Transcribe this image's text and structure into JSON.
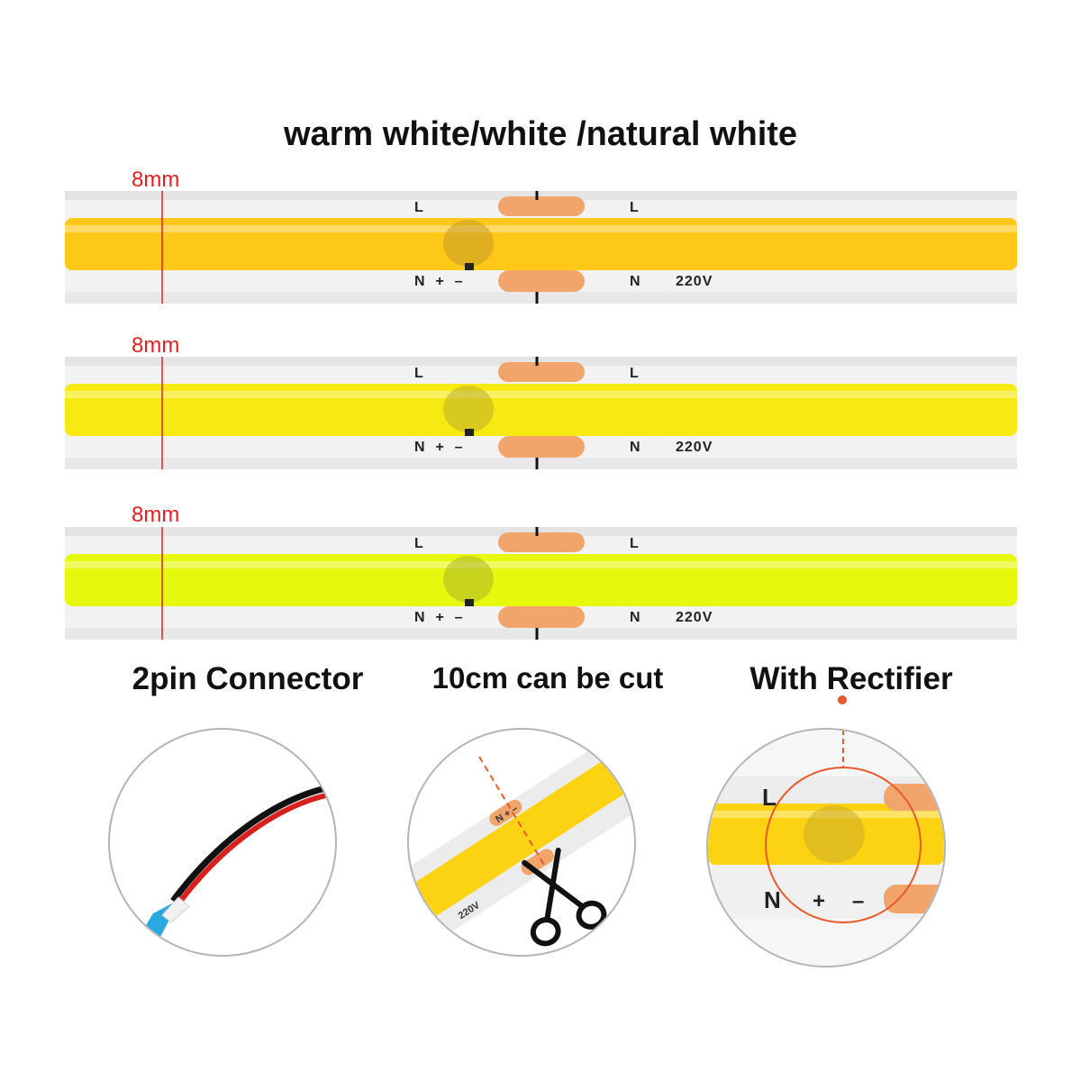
{
  "title": "warm white/white /natural white",
  "strips": [
    {
      "width_label": "8mm",
      "top_left": "L",
      "top_right": "L",
      "bottom_left": "N  +  –",
      "bottom_right": "N",
      "voltage": "220V",
      "color": "#fdc817"
    },
    {
      "width_label": "8mm",
      "top_left": "L",
      "top_right": "L",
      "bottom_left": "N  +  –",
      "bottom_right": "N",
      "voltage": "220V",
      "color": "#f6ea12"
    },
    {
      "width_label": "8mm",
      "top_left": "L",
      "top_right": "L",
      "bottom_left": "N  +  –",
      "bottom_right": "N",
      "voltage": "220V",
      "color": "#e6f90c"
    }
  ],
  "features": [
    {
      "caption": "2pin Connector",
      "icon": "wire-connector-icon"
    },
    {
      "caption": "10cm can be cut",
      "icon": "scissors-icon",
      "strip_text_top": "N  +  –",
      "strip_text_voltage": "220V"
    },
    {
      "caption": "With Rectifier",
      "icon": "rectifier-icon",
      "label_l": "L",
      "label_n": "N",
      "label_plus": "+",
      "label_minus": "–"
    }
  ],
  "colors": {
    "accent_red": "#e02020",
    "pad_orange": "#f1a56a",
    "rectifier_orange": "#e85a2a"
  }
}
